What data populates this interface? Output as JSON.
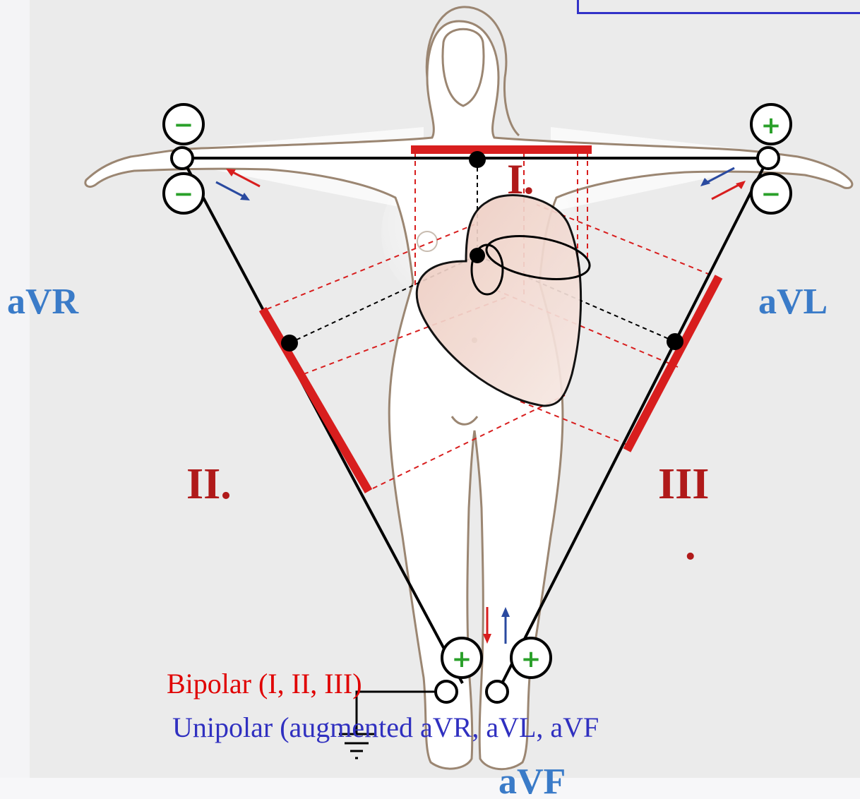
{
  "labels": {
    "avr": "aVR",
    "avl": "aVL",
    "avf": "aVF",
    "lead_1": "I.",
    "lead_2": "II.",
    "lead_3": "III",
    "lead_3_dot": "."
  },
  "legend": {
    "bipolar": "Bipolar (I, II, III)",
    "unipolar": "Unipolar (augmented aVR, aVL, aVF"
  },
  "electrodes": {
    "minus": "−",
    "plus": "+"
  },
  "colors": {
    "lead_red": "#d81e1e",
    "augmented_blue": "#3a7bc8",
    "legend_red": "#e00000",
    "legend_blue": "#3030c0",
    "sign_green": "#2aa02a"
  }
}
